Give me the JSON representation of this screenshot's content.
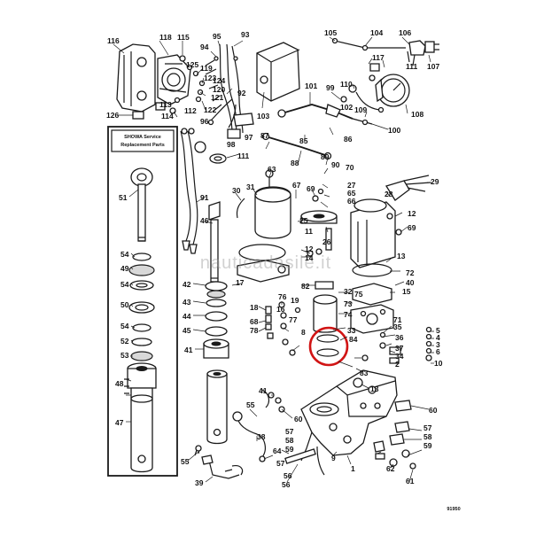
{
  "inset_box": {
    "title_line1": "SHOWA Service",
    "title_line2": "Replacement Parts"
  },
  "watermark": "nauticadasile.it",
  "corner_code": "91950",
  "colors": {
    "ink": "#1a1a1a",
    "highlight": "#d11414",
    "background": "#ffffff"
  },
  "part_labels": [
    {
      "text": "116"
    },
    {
      "text": "118"
    },
    {
      "text": "115"
    },
    {
      "text": "125"
    },
    {
      "text": "119"
    },
    {
      "text": "123"
    },
    {
      "text": "122"
    },
    {
      "text": "124"
    },
    {
      "text": "120"
    },
    {
      "text": "121"
    },
    {
      "text": "113"
    },
    {
      "text": "112"
    },
    {
      "text": "114"
    },
    {
      "text": "126"
    },
    {
      "text": "95"
    },
    {
      "text": "93"
    },
    {
      "text": "94"
    },
    {
      "text": "92"
    },
    {
      "text": "103"
    },
    {
      "text": "96"
    },
    {
      "text": "98"
    },
    {
      "text": "97"
    },
    {
      "text": "105"
    },
    {
      "text": "104"
    },
    {
      "text": "106"
    },
    {
      "text": "117"
    },
    {
      "text": "111"
    },
    {
      "text": "107"
    },
    {
      "text": "101"
    },
    {
      "text": "99"
    },
    {
      "text": "110"
    },
    {
      "text": "102"
    },
    {
      "text": "109"
    },
    {
      "text": "108"
    },
    {
      "text": "100"
    },
    {
      "text": "85"
    },
    {
      "text": "86"
    },
    {
      "text": "87"
    },
    {
      "text": "88"
    },
    {
      "text": "89"
    },
    {
      "text": "90"
    },
    {
      "text": "70"
    },
    {
      "text": "111"
    },
    {
      "text": "51"
    },
    {
      "text": "91"
    },
    {
      "text": "30"
    },
    {
      "text": "63"
    },
    {
      "text": "31"
    },
    {
      "text": "67"
    },
    {
      "text": "69"
    },
    {
      "text": "27"
    },
    {
      "text": "65"
    },
    {
      "text": "66"
    },
    {
      "text": "25"
    },
    {
      "text": "26"
    },
    {
      "text": "28"
    },
    {
      "text": "29"
    },
    {
      "text": "12"
    },
    {
      "text": "69"
    },
    {
      "text": "46"
    },
    {
      "text": "11"
    },
    {
      "text": "12"
    },
    {
      "text": "13"
    },
    {
      "text": "14"
    },
    {
      "text": "72"
    },
    {
      "text": "40"
    },
    {
      "text": "15"
    },
    {
      "text": "82"
    },
    {
      "text": "17"
    },
    {
      "text": "32"
    },
    {
      "text": "75"
    },
    {
      "text": "73"
    },
    {
      "text": "74"
    },
    {
      "text": "54"
    },
    {
      "text": "49"
    },
    {
      "text": "54"
    },
    {
      "text": "50"
    },
    {
      "text": "54"
    },
    {
      "text": "52"
    },
    {
      "text": "53"
    },
    {
      "text": "42"
    },
    {
      "text": "43"
    },
    {
      "text": "44"
    },
    {
      "text": "45"
    },
    {
      "text": "18"
    },
    {
      "text": "19"
    },
    {
      "text": "76"
    },
    {
      "text": "16"
    },
    {
      "text": "68"
    },
    {
      "text": "78"
    },
    {
      "text": "77"
    },
    {
      "text": "8"
    },
    {
      "text": "71"
    },
    {
      "text": "35"
    },
    {
      "text": "33"
    },
    {
      "text": "84"
    },
    {
      "text": "36"
    },
    {
      "text": "37"
    },
    {
      "text": "34"
    },
    {
      "text": "2"
    },
    {
      "text": "5"
    },
    {
      "text": "4"
    },
    {
      "text": "3"
    },
    {
      "text": "6"
    },
    {
      "text": "10"
    },
    {
      "text": "41"
    },
    {
      "text": "48"
    },
    {
      "text": "47"
    },
    {
      "text": "41"
    },
    {
      "text": "38"
    },
    {
      "text": "55"
    },
    {
      "text": "57"
    },
    {
      "text": "58"
    },
    {
      "text": "59"
    },
    {
      "text": "60"
    },
    {
      "text": "62"
    },
    {
      "text": "61"
    },
    {
      "text": "64"
    },
    {
      "text": "56"
    },
    {
      "text": "9"
    },
    {
      "text": "1"
    },
    {
      "text": "60"
    },
    {
      "text": "57"
    },
    {
      "text": "58"
    },
    {
      "text": "59"
    },
    {
      "text": "55"
    },
    {
      "text": "39"
    },
    {
      "text": "56"
    },
    {
      "text": "57"
    },
    {
      "text": "83"
    },
    {
      "text": "13"
    }
  ]
}
